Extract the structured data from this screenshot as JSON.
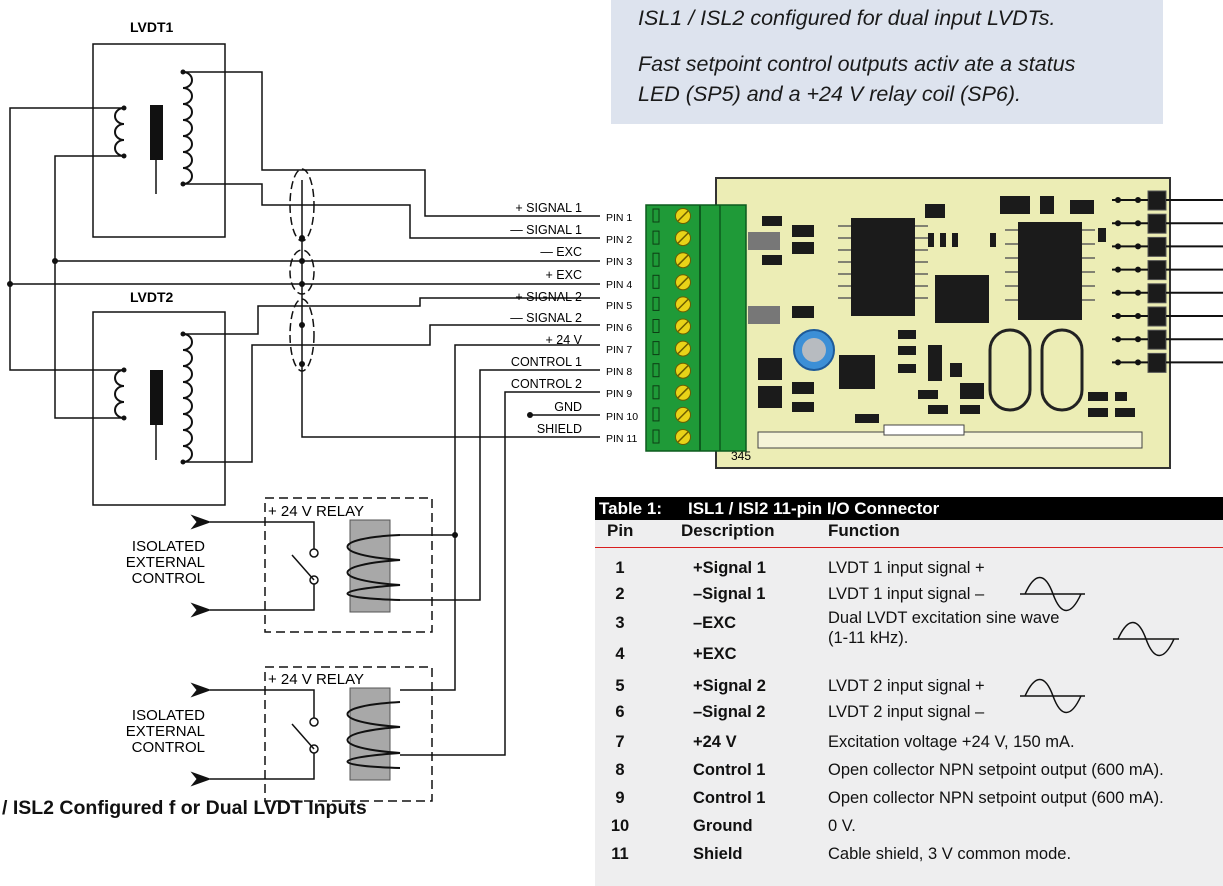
{
  "note": {
    "line1": "ISL1 / ISL2 configured for dual input LVDTs.",
    "line2": "Fast setpoint control outputs activ  ate a status",
    "line3": "LED (SP5) and a +24  V relay coil (SP6)."
  },
  "lvdt_labels": [
    "LVDT1",
    "LVDT2"
  ],
  "wire_labels": [
    "+ SIGNAL 1",
    "— SIGNAL 1",
    "— EXC",
    "+ EXC",
    "+ SIGNAL 2",
    "— SIGNAL 2",
    "+ 24 V",
    "CONTROL 1",
    "CONTROL 2",
    "GND",
    "SHIELD"
  ],
  "pin_labels": [
    "PIN 1",
    "PIN 2",
    "PIN 3",
    "PIN 4",
    "PIN 5",
    "PIN 6",
    "PIN 7",
    "PIN 8",
    "PIN 9",
    "PIN 10",
    "PIN 11"
  ],
  "board_label": "345",
  "relay_label": "+ 24 V RELAY",
  "ext_control": [
    "ISOLATED",
    "EXTERNAL",
    "CONTROL"
  ],
  "caption": "/ ISL2 Configured f or Dual LVDT Inputs",
  "table": {
    "title_num": "Table 1:",
    "title": "ISL1 / ISl2 11-pin I/O Connector",
    "headers": {
      "pin": "Pin",
      "description": "Description",
      "function": "Function"
    },
    "rows": [
      {
        "pin": "1",
        "description": "+Signal 1",
        "function": "LVDT 1 input signal +"
      },
      {
        "pin": "2",
        "description": "–Signal 1",
        "function": "LVDT 1 input signal –"
      },
      {
        "pin": "3",
        "description": "–EXC",
        "function": "Dual LVDT excitation sine wave"
      },
      {
        "pin": "4",
        "description": "+EXC",
        "function": "(1-11 kHz)."
      },
      {
        "pin": "5",
        "description": "+Signal 2",
        "function": "LVDT 2 input signal +"
      },
      {
        "pin": "6",
        "description": "–Signal 2",
        "function": "LVDT 2 input signal –"
      },
      {
        "pin": "7",
        "description": "+24 V",
        "function": "Excitation voltage +24 V, 150 mA."
      },
      {
        "pin": "8",
        "description": "Control 1",
        "function": "Open collector NPN setpoint output (600 mA)."
      },
      {
        "pin": "9",
        "description": "Control 1",
        "function": "Open collector NPN setpoint output (600 mA)."
      },
      {
        "pin": "10",
        "description": "Ground",
        "function": "0 V."
      },
      {
        "pin": "11",
        "description": "Shield",
        "function": "Cable shield, 3 V common mode."
      }
    ]
  },
  "colors": {
    "board": "#ecedb5",
    "terminal": "#1f9a38",
    "screw": "#e9d318",
    "note_bg": "#dde3ee",
    "table_bg": "#eeeeef",
    "table_rule": "#d81e1e",
    "relay_coil": "#a8a8a8",
    "capacitor": "#3c8fd6"
  }
}
